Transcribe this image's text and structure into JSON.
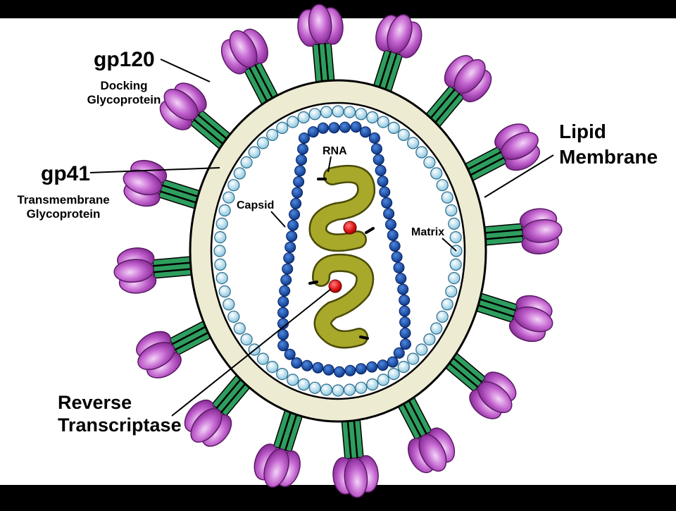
{
  "labels": {
    "gp120": "gp120",
    "gp120_desc_line1": "Docking",
    "gp120_desc_line2": "Glycoprotein",
    "gp41": "gp41",
    "gp41_desc_line1": "Transmembrane",
    "gp41_desc_line2": "Glycoprotein",
    "lipid_line1": "Lipid",
    "lipid_line2": "Membrane",
    "rna": "RNA",
    "capsid": "Capsid",
    "matrix": "Matrix",
    "rt_line1": "Reverse",
    "rt_line2": "Transcriptase"
  },
  "colors": {
    "background": "#000000",
    "canvas": "#ffffff",
    "lipid_membrane": "#eeebd3",
    "spike_stem": "#2e9e5e",
    "spike_head": "#b44fc0",
    "matrix_bead": "#a8d8ea",
    "capsid_bead": "#1a4fa8",
    "rna": "#a0a020",
    "reverse_transcriptase": "#e02020"
  },
  "structure": {
    "spike_count": 16,
    "matrix_bead_count": 64,
    "capsid_bead_count": 58
  }
}
